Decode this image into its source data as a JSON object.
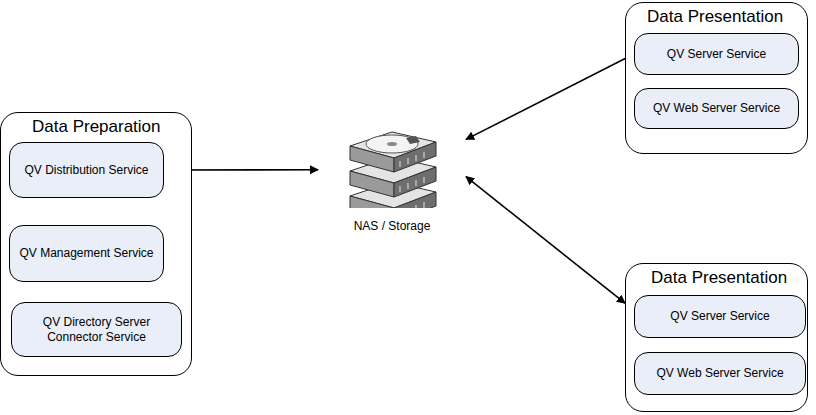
{
  "diagram": {
    "nodes": [
      {
        "text": [
          "Data Preparation"
        ]
      },
      {
        "text": [
          "QV Distribution Service"
        ],
        "in": 0
      },
      {
        "text": [
          "QV Management Service"
        ],
        "in": 0
      },
      {
        "text": [
          "QV Directory Server Connector Service"
        ],
        "in": 0
      },
      {
        "text": [
          "NAS / Storage"
        ]
      },
      {
        "text": [
          "Data Presentation"
        ]
      },
      {
        "text": [
          "QV Server Service"
        ],
        "in": 5
      },
      {
        "text": [
          "QV Web Server Service"
        ],
        "in": 5
      },
      {
        "text": [
          "Data Presentation"
        ]
      },
      {
        "text": [
          "QV Server Service"
        ],
        "in": 8
      },
      {
        "text": [
          "QV Web Server Service"
        ],
        "in": 8
      }
    ],
    "edges": [
      {
        "from": 1,
        "to": 4,
        "arrow": "both"
      },
      {
        "from": 4,
        "to": 6,
        "arrow": "both"
      },
      {
        "from": 4,
        "to": 8,
        "arrow": "both"
      }
    ]
  }
}
